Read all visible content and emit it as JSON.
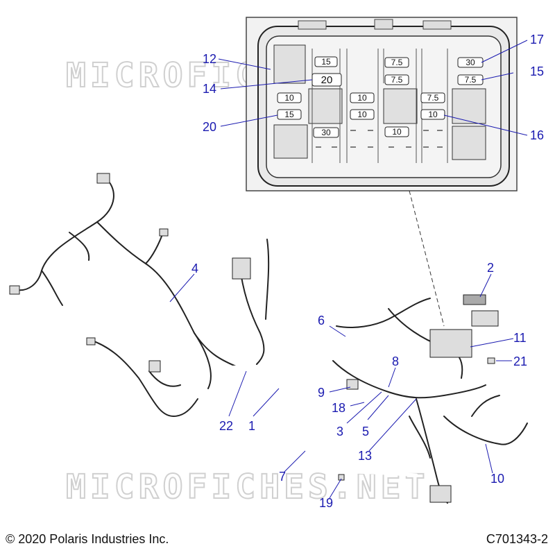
{
  "watermark": "MICROFICHES.NET",
  "footer": {
    "copyright": "© 2020 Polaris Industries Inc.",
    "part_number": "C701343-2"
  },
  "fuse_box": {
    "fuses": [
      "15",
      "20",
      "10",
      "15",
      "30",
      "7.5",
      "7.5",
      "10",
      "10",
      "7.5",
      "10",
      "30",
      "7.5",
      "10"
    ]
  },
  "callouts": [
    "12",
    "14",
    "20",
    "17",
    "15",
    "16",
    "2",
    "4",
    "11",
    "21",
    "6",
    "8",
    "9",
    "18",
    "3",
    "5",
    "13",
    "22",
    "1",
    "7",
    "10",
    "19"
  ]
}
